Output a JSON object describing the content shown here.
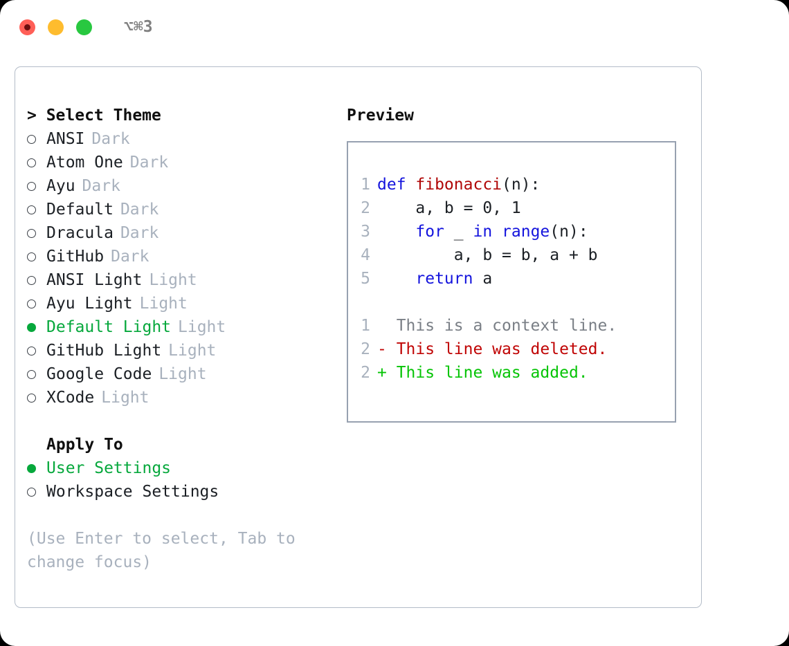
{
  "window": {
    "shortcut": "⌥⌘3",
    "traffic_lights": [
      "close-red",
      "minimize-yellow",
      "maximize-green"
    ]
  },
  "theme_picker": {
    "header": "> Select Theme",
    "focused": true,
    "selected_theme": "Default Light",
    "accent_color": "#06a83c",
    "muted_color": "#a8b1bd",
    "options": [
      {
        "marker": "o",
        "name": "ANSI",
        "variant": "Dark",
        "selected": false
      },
      {
        "marker": "o",
        "name": "Atom One",
        "variant": "Dark",
        "selected": false
      },
      {
        "marker": "o",
        "name": "Ayu",
        "variant": "Dark",
        "selected": false
      },
      {
        "marker": "o",
        "name": "Default",
        "variant": "Dark",
        "selected": false
      },
      {
        "marker": "o",
        "name": "Dracula",
        "variant": "Dark",
        "selected": false
      },
      {
        "marker": "o",
        "name": "GitHub",
        "variant": "Dark",
        "selected": false
      },
      {
        "marker": "o",
        "name": "ANSI Light",
        "variant": "Light",
        "selected": false
      },
      {
        "marker": "o",
        "name": "Ayu Light",
        "variant": "Light",
        "selected": false
      },
      {
        "marker": "●",
        "name": "Default Light",
        "variant": "Light",
        "selected": true
      },
      {
        "marker": "o",
        "name": "GitHub Light",
        "variant": "Light",
        "selected": false
      },
      {
        "marker": "o",
        "name": "Google Code",
        "variant": "Light",
        "selected": false
      },
      {
        "marker": "o",
        "name": "XCode",
        "variant": "Light",
        "selected": false
      }
    ]
  },
  "apply_to": {
    "header": "Apply To",
    "focused": false,
    "selected_option": "User Settings",
    "options": [
      {
        "marker": "●",
        "name": "User Settings",
        "selected": true
      },
      {
        "marker": "o",
        "name": "Workspace Settings",
        "selected": false
      }
    ]
  },
  "hint": "(Use Enter to select, Tab to change focus)",
  "preview": {
    "title": "Preview",
    "code_lines": [
      {
        "num": "1",
        "tokens": [
          {
            "text": "def ",
            "style": "kw"
          },
          {
            "text": "fibonacci",
            "style": "fn"
          },
          {
            "text": "(n):",
            "style": "plain"
          }
        ]
      },
      {
        "num": "2",
        "tokens": [
          {
            "text": "    a, b = 0, 1",
            "style": "plain"
          }
        ]
      },
      {
        "num": "3",
        "tokens": [
          {
            "text": "    ",
            "style": "plain"
          },
          {
            "text": "for",
            "style": "kw"
          },
          {
            "text": " _ ",
            "style": "plain"
          },
          {
            "text": "in",
            "style": "kw"
          },
          {
            "text": " ",
            "style": "plain"
          },
          {
            "text": "range",
            "style": "kw"
          },
          {
            "text": "(n):",
            "style": "plain"
          }
        ]
      },
      {
        "num": "4",
        "tokens": [
          {
            "text": "        a, b = b, a + b",
            "style": "plain"
          }
        ]
      },
      {
        "num": "5",
        "tokens": [
          {
            "text": "    ",
            "style": "plain"
          },
          {
            "text": "return",
            "style": "kw"
          },
          {
            "text": " a",
            "style": "plain"
          }
        ]
      }
    ],
    "diff_lines": [
      {
        "num": "1",
        "text": "  This is a context line.",
        "style": "ctx"
      },
      {
        "num": "2",
        "text": "- This line was deleted.",
        "style": "del"
      },
      {
        "num": "2",
        "text": "+ This line was added.",
        "style": "add"
      }
    ],
    "syntax_colors": {
      "keyword": "#1414dd",
      "function": "#b00707",
      "plain": "#1b1f24",
      "linenum": "#a8b1bd",
      "diff_context": "#7a7f86",
      "diff_deleted": "#c00505",
      "diff_added": "#06c406"
    }
  }
}
